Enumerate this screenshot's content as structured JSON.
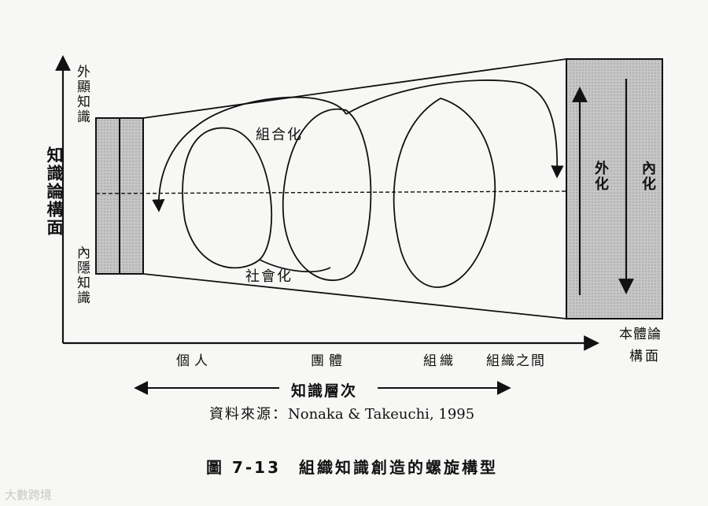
{
  "y_axis": {
    "label": "知識論構面",
    "top_label": "外顯知識",
    "bottom_label": "內隱知識"
  },
  "x_axis": {
    "levels": [
      "個人",
      "團體",
      "組織",
      "組織之間"
    ],
    "right_label_line1": "本體論",
    "right_label_line2": "構面",
    "arrow_label": "知識層次"
  },
  "spiral": {
    "upper_label": "組合化",
    "lower_label": "社會化"
  },
  "right_box": {
    "left_arrow_label": "外化",
    "right_arrow_label": "內化"
  },
  "source": {
    "prefix": "資料來源：",
    "citation": "Nonaka & Takeuchi, 1995"
  },
  "caption": "圖 7-13　組織知識創造的螺旋構型",
  "watermark": "大數跨境",
  "colors": {
    "box_fill": "#bdbdbd",
    "line": "#111111",
    "background": "#f7f7f5"
  }
}
